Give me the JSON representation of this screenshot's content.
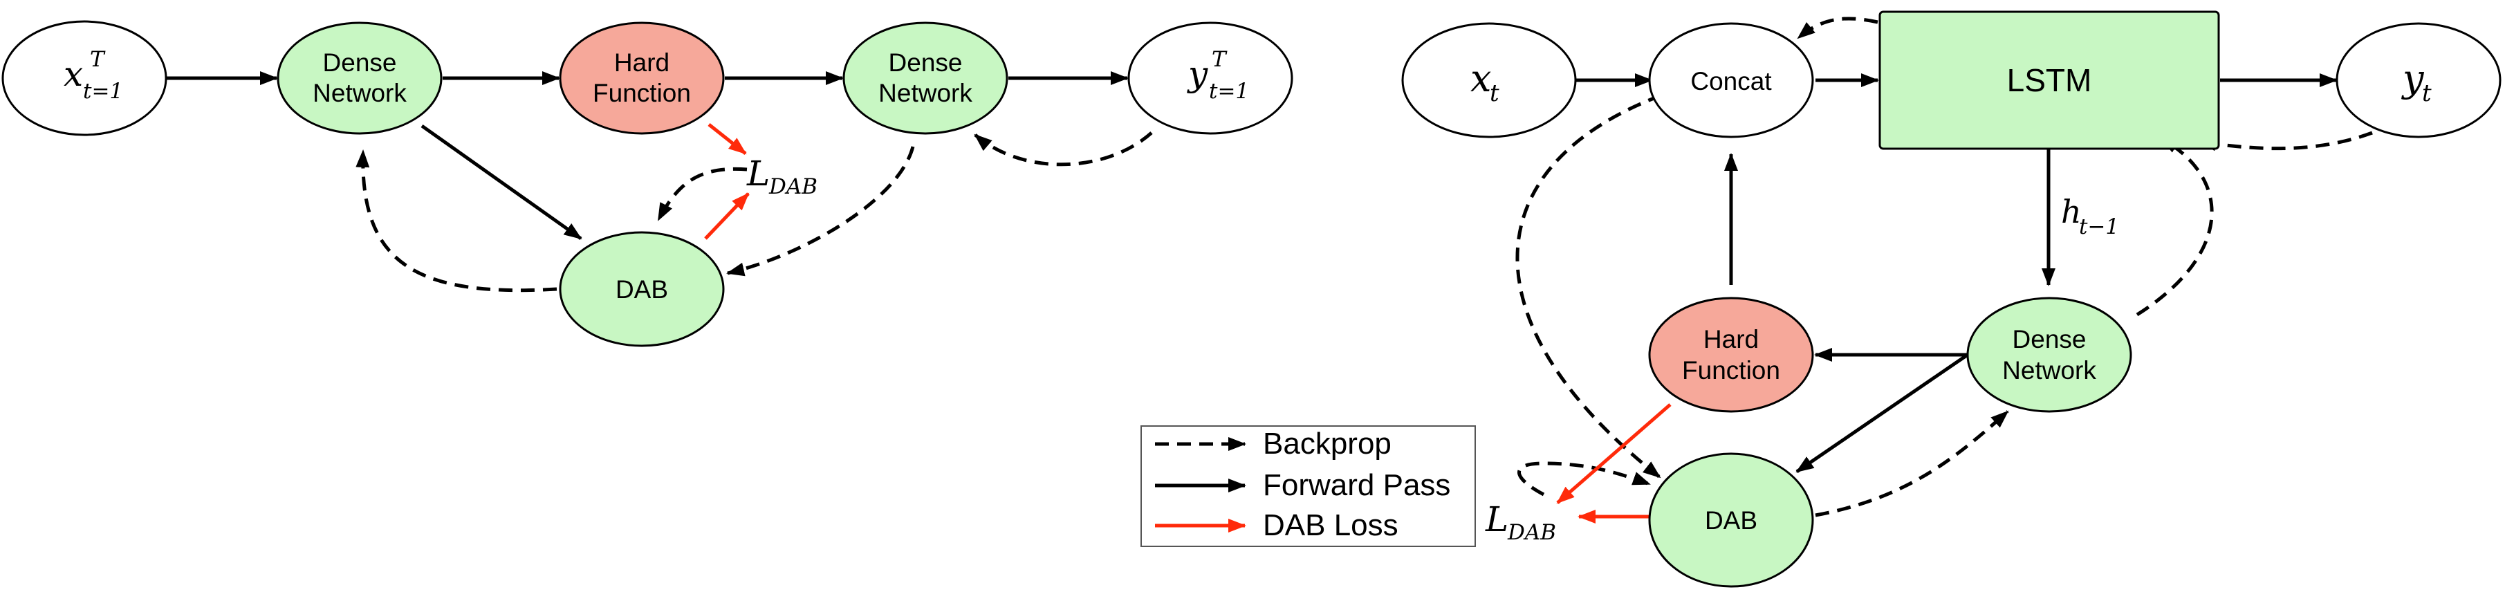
{
  "left": {
    "input": {
      "base": "x",
      "sub": "t=1",
      "sup": "T"
    },
    "dense1": [
      "Dense",
      "Network"
    ],
    "hard": [
      "Hard",
      "Function"
    ],
    "dense2": [
      "Dense",
      "Network"
    ],
    "output": {
      "base": "y",
      "sub": "t=1",
      "sup": "T"
    },
    "dab": "DAB",
    "loss": {
      "base": "L",
      "sub": "DAB"
    }
  },
  "right": {
    "input": {
      "base": "x",
      "sub": "t"
    },
    "concat": "Concat",
    "lstm": "LSTM",
    "output": {
      "base": "y",
      "sub": "t"
    },
    "hidden": {
      "base": "h",
      "sub": "t−1"
    },
    "hard": [
      "Hard",
      "Function"
    ],
    "dense": [
      "Dense",
      "Network"
    ],
    "dab": "DAB",
    "loss": {
      "base": "L",
      "sub": "DAB"
    }
  },
  "legend": {
    "backprop": "Backprop",
    "forward": "Forward Pass",
    "dab_loss": "DAB Loss"
  },
  "colors": {
    "dense_fill": "#c8f7c3",
    "hard_fill": "#f6a89a",
    "white_fill": "#ffffff",
    "loss_arrow": "#ff2a0a",
    "stroke": "#000000"
  }
}
